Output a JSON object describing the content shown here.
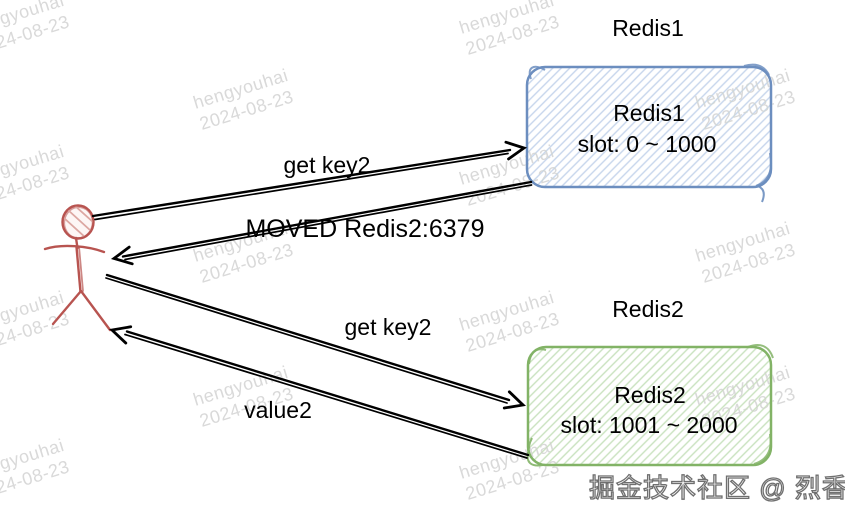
{
  "diagram": {
    "nodes": {
      "redis1": {
        "title": "Redis1",
        "name": "Redis1",
        "slot": "slot: 0 ~ 1000",
        "border_color": "#6c8ebf",
        "hatch_color": "#c6d5ec"
      },
      "redis2": {
        "title": "Redis2",
        "name": "Redis2",
        "slot": "slot: 1001 ~ 2000",
        "border_color": "#82b366",
        "hatch_color": "#c9e2bf"
      }
    },
    "messages": [
      {
        "label": "get key2",
        "from": "client",
        "to": "Redis1"
      },
      {
        "label": "MOVED Redis2:6379",
        "from": "Redis1",
        "to": "client"
      },
      {
        "label": "get key2",
        "from": "client",
        "to": "Redis2"
      },
      {
        "label": "value2",
        "from": "Redis2",
        "to": "client"
      }
    ]
  },
  "watermark": {
    "line1": "hengyouhai",
    "line2": "2024-08-23"
  },
  "credit": "掘金技术社区 @ 烈香",
  "colors": {
    "arrow": "#000000",
    "figure": "#b85450",
    "figure_hatch": "#dca7a2",
    "watermark": "#d9d9d9",
    "text": "#000000"
  }
}
